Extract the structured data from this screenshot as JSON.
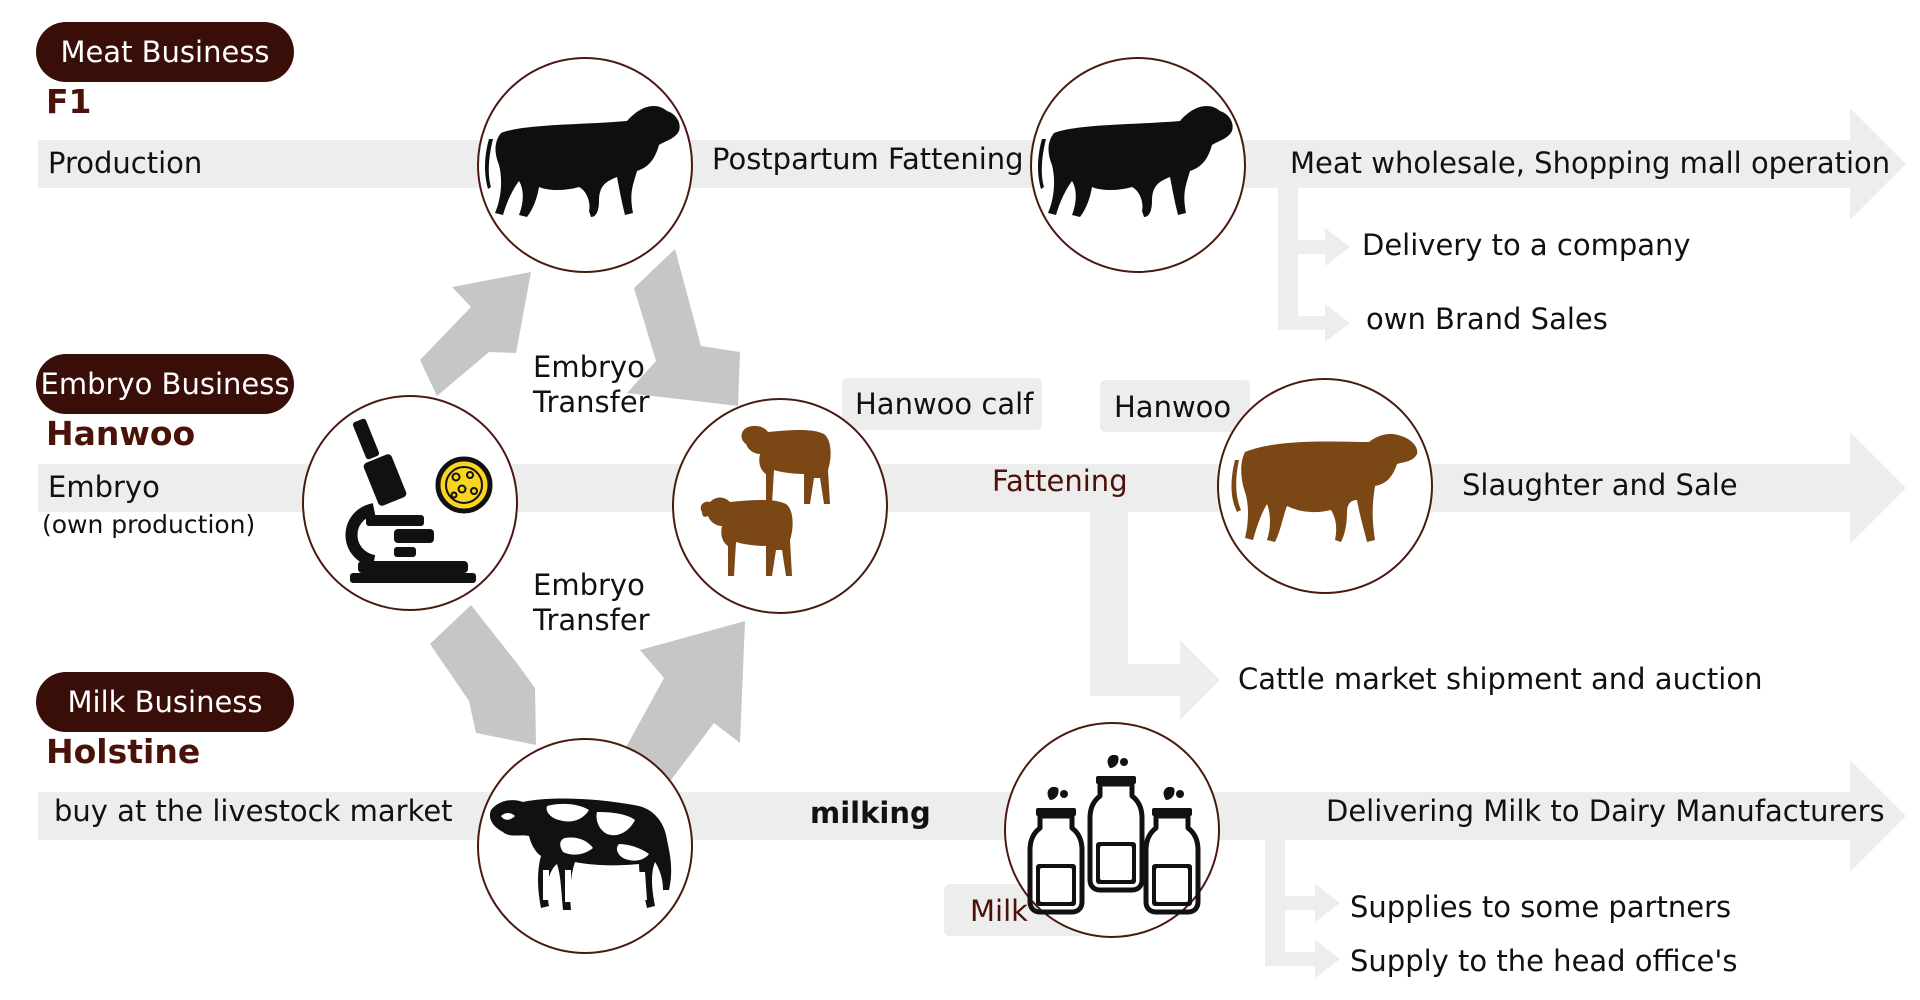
{
  "businesses": {
    "meat": {
      "label": "Meat Business",
      "species": "F1"
    },
    "embryo": {
      "label": "Embryo Business",
      "species": "Hanwoo"
    },
    "milk": {
      "label": "Milk Business",
      "species": "Holstine"
    }
  },
  "meat_row": {
    "start": "Production",
    "step": "Postpartum Fattening",
    "outcome": "Meat wholesale, Shopping mall operation",
    "branches": [
      "Delivery to a company",
      "own Brand Sales"
    ]
  },
  "embryo_row": {
    "start": "Embryo",
    "start_note": "(own production)",
    "transfer_upper": "Embryo\nTransfer",
    "transfer_lower": "Embryo\nTransfer",
    "calf_tag": "Hanwoo calf",
    "step": "Fattening",
    "hanwoo_tag": "Hanwoo",
    "outcome": "Slaughter and Sale",
    "branch": "Cattle market shipment and auction"
  },
  "milk_row": {
    "start": "buy at the livestock market",
    "step": "milking",
    "milk_tag": "Milk",
    "outcome": "Delivering Milk to Dairy Manufacturers",
    "branches": [
      "Supplies to some partners",
      "Supply to the head office's"
    ]
  },
  "colors": {
    "pill": "#3a0e08",
    "flow": "#ededed",
    "diagonal_arrow": "#c4c4c4",
    "hanwoo_brown": "#7b4714",
    "circle_border": "#4a1a12"
  },
  "icons": {
    "f1_cow_a": "black-cow-icon",
    "f1_cow_b": "black-cow-icon",
    "microscope": "microscope-icon",
    "calves": "brown-calves-icon",
    "hanwoo_cow": "brown-cow-icon",
    "holstein": "holstein-cow-icon",
    "milk_bottles": "milk-bottles-icon"
  }
}
